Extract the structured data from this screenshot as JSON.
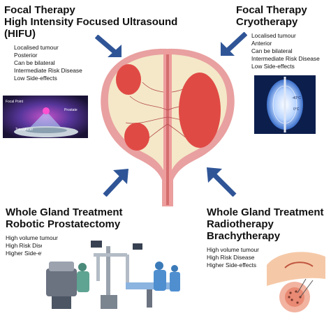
{
  "top_left": {
    "title_lines": [
      "Focal Therapy",
      "High Intensity Focused Ultrasound",
      "(HIFU)"
    ],
    "items": [
      "Localised tumour",
      "Posterior",
      "Can be bilateral",
      "Intermediate Risk Disease",
      "Low Side-effects"
    ],
    "image_labels": [
      "Focal Point",
      "Prostate",
      "Transducer"
    ]
  },
  "top_right": {
    "title_lines": [
      "Focal Therapy",
      "Cryotherapy"
    ],
    "items": [
      "Localised tumour",
      "Anterior",
      "Can be bilateral",
      "Intermediate Risk Disease",
      "Low Side-effects"
    ],
    "image_labels": [
      "-40°C",
      "0°C"
    ]
  },
  "bottom_left": {
    "title_lines": [
      "Whole Gland Treatment",
      "Robotic Prostatectomy"
    ],
    "items": [
      "High volume tumour",
      "High Risk Disease",
      "Higher Side-effects"
    ]
  },
  "bottom_right": {
    "title_lines": [
      "Whole Gland Treatment",
      "Radiotherapy",
      "Brachytherapy"
    ],
    "items": [
      "High volume tumour",
      "High Risk Disease",
      "Higher Side-effects"
    ]
  },
  "colors": {
    "arrow": "#2f5597",
    "tumour": "#e04a45",
    "prostate_tissue": "#f3e6c4",
    "capsule": "#e79a9a"
  }
}
